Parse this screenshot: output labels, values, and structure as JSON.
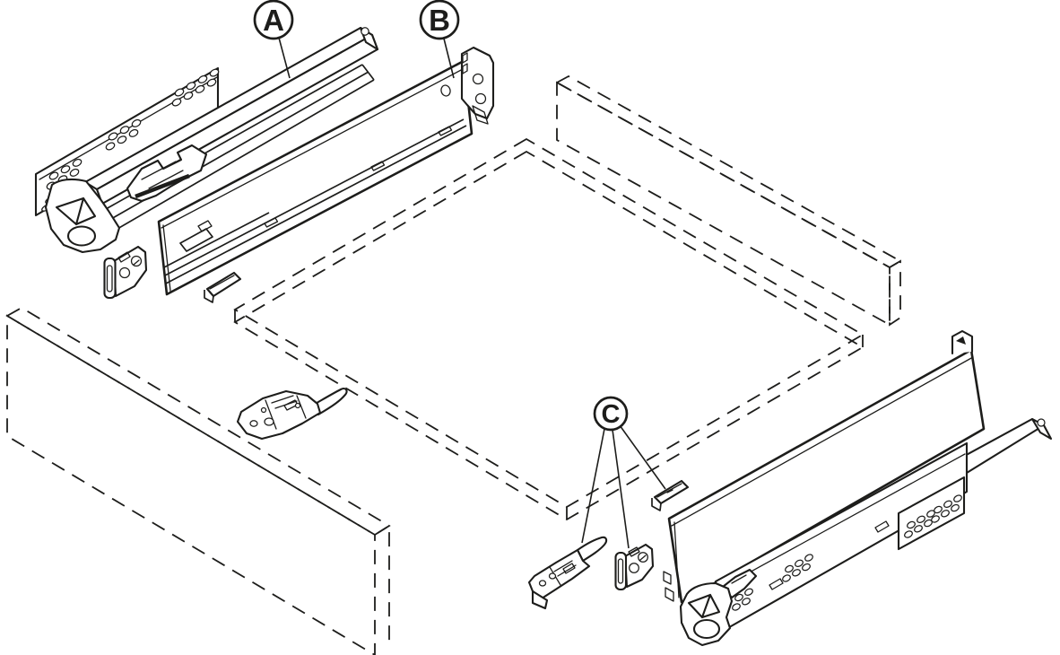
{
  "figure": {
    "background": "#ffffff",
    "line_color": "#1d1d1b"
  },
  "callouts": {
    "a": {
      "label": "A"
    },
    "b": {
      "label": "B"
    },
    "c": {
      "label": "C"
    }
  }
}
